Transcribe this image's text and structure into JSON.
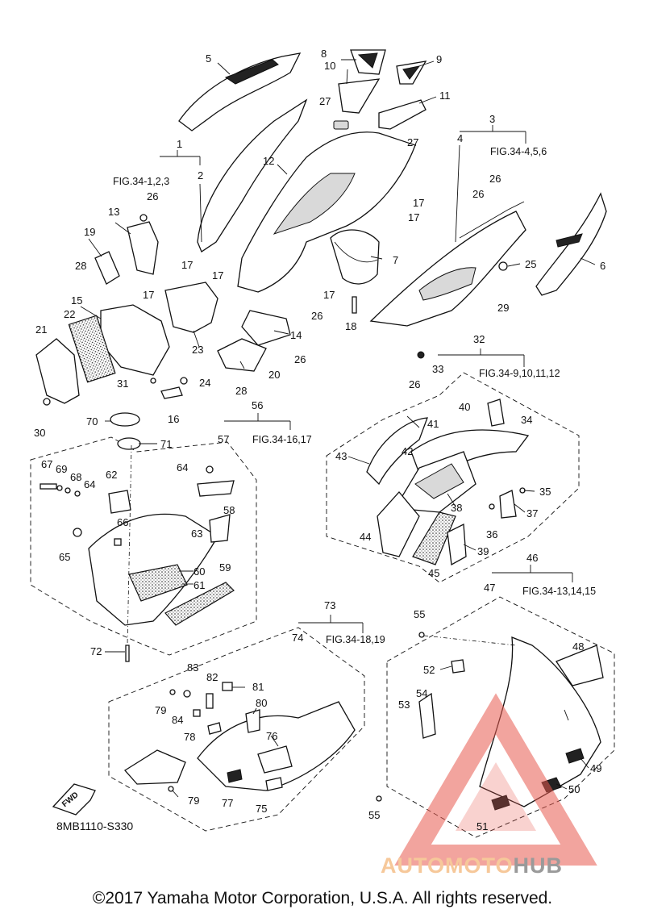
{
  "diagram": {
    "catalog_code": "8MB1110-S330",
    "fwd_label": "FWD",
    "copyright": "©2017 Yamaha Motor Corporation, U.S.A. All rights reserved.",
    "watermark": {
      "part1": "AUTOMOTO",
      "part2": "HUB",
      "color1": "#f6c89a",
      "color2": "#9a9a9a",
      "logo_color": "#e85a4f"
    },
    "fig_refs": {
      "g1": "FIG.34-1,2,3",
      "g3": "FIG.34-4,5,6",
      "g32": "FIG.34-9,10,11,12",
      "g56": "FIG.34-16,17",
      "g46": "FIG.34-13,14,15",
      "g73": "FIG.34-18,19"
    },
    "labels": [
      {
        "id": "l1",
        "text": "1"
      },
      {
        "id": "l2",
        "text": "2"
      },
      {
        "id": "l3",
        "text": "3"
      },
      {
        "id": "l4",
        "text": "4"
      },
      {
        "id": "l5",
        "text": "5"
      },
      {
        "id": "l6",
        "text": "6"
      },
      {
        "id": "l7",
        "text": "7"
      },
      {
        "id": "l8",
        "text": "8"
      },
      {
        "id": "l9",
        "text": "9"
      },
      {
        "id": "l10",
        "text": "10"
      },
      {
        "id": "l11",
        "text": "11"
      },
      {
        "id": "l12",
        "text": "12"
      },
      {
        "id": "l13",
        "text": "13"
      },
      {
        "id": "l14",
        "text": "14"
      },
      {
        "id": "l15",
        "text": "15"
      },
      {
        "id": "l16",
        "text": "16"
      },
      {
        "id": "l17a",
        "text": "17"
      },
      {
        "id": "l17b",
        "text": "17"
      },
      {
        "id": "l17c",
        "text": "17"
      },
      {
        "id": "l17d",
        "text": "17"
      },
      {
        "id": "l17e",
        "text": "17"
      },
      {
        "id": "l17f",
        "text": "17"
      },
      {
        "id": "l18",
        "text": "18"
      },
      {
        "id": "l19",
        "text": "19"
      },
      {
        "id": "l20",
        "text": "20"
      },
      {
        "id": "l21",
        "text": "21"
      },
      {
        "id": "l22",
        "text": "22"
      },
      {
        "id": "l23",
        "text": "23"
      },
      {
        "id": "l24",
        "text": "24"
      },
      {
        "id": "l25",
        "text": "25"
      },
      {
        "id": "l26a",
        "text": "26"
      },
      {
        "id": "l26b",
        "text": "26"
      },
      {
        "id": "l26c",
        "text": "26"
      },
      {
        "id": "l26d",
        "text": "26"
      },
      {
        "id": "l26e",
        "text": "26"
      },
      {
        "id": "l26f",
        "text": "26"
      },
      {
        "id": "l27a",
        "text": "27"
      },
      {
        "id": "l27b",
        "text": "27"
      },
      {
        "id": "l28a",
        "text": "28"
      },
      {
        "id": "l28b",
        "text": "28"
      },
      {
        "id": "l29",
        "text": "29"
      },
      {
        "id": "l30",
        "text": "30"
      },
      {
        "id": "l31",
        "text": "31"
      },
      {
        "id": "l32",
        "text": "32"
      },
      {
        "id": "l33",
        "text": "33"
      },
      {
        "id": "l34",
        "text": "34"
      },
      {
        "id": "l35",
        "text": "35"
      },
      {
        "id": "l36",
        "text": "36"
      },
      {
        "id": "l37",
        "text": "37"
      },
      {
        "id": "l38",
        "text": "38"
      },
      {
        "id": "l39",
        "text": "39"
      },
      {
        "id": "l40",
        "text": "40"
      },
      {
        "id": "l41",
        "text": "41"
      },
      {
        "id": "l42",
        "text": "42"
      },
      {
        "id": "l43",
        "text": "43"
      },
      {
        "id": "l44",
        "text": "44"
      },
      {
        "id": "l45",
        "text": "45"
      },
      {
        "id": "l46",
        "text": "46"
      },
      {
        "id": "l47",
        "text": "47"
      },
      {
        "id": "l48",
        "text": "48"
      },
      {
        "id": "l49",
        "text": "49"
      },
      {
        "id": "l50",
        "text": "50"
      },
      {
        "id": "l51",
        "text": "51"
      },
      {
        "id": "l52",
        "text": "52"
      },
      {
        "id": "l53",
        "text": "53"
      },
      {
        "id": "l54",
        "text": "54"
      },
      {
        "id": "l55a",
        "text": "55"
      },
      {
        "id": "l55b",
        "text": "55"
      },
      {
        "id": "l56",
        "text": "56"
      },
      {
        "id": "l57",
        "text": "57"
      },
      {
        "id": "l58",
        "text": "58"
      },
      {
        "id": "l59",
        "text": "59"
      },
      {
        "id": "l60",
        "text": "60"
      },
      {
        "id": "l61",
        "text": "61"
      },
      {
        "id": "l62",
        "text": "62"
      },
      {
        "id": "l63",
        "text": "63"
      },
      {
        "id": "l64a",
        "text": "64"
      },
      {
        "id": "l64b",
        "text": "64"
      },
      {
        "id": "l65",
        "text": "65"
      },
      {
        "id": "l66",
        "text": "66"
      },
      {
        "id": "l67",
        "text": "67"
      },
      {
        "id": "l68",
        "text": "68"
      },
      {
        "id": "l69",
        "text": "69"
      },
      {
        "id": "l70",
        "text": "70"
      },
      {
        "id": "l71",
        "text": "71"
      },
      {
        "id": "l72",
        "text": "72"
      },
      {
        "id": "l73",
        "text": "73"
      },
      {
        "id": "l74",
        "text": "74"
      },
      {
        "id": "l75",
        "text": "75"
      },
      {
        "id": "l76",
        "text": "76"
      },
      {
        "id": "l77",
        "text": "77"
      },
      {
        "id": "l78",
        "text": "78"
      },
      {
        "id": "l79a",
        "text": "79"
      },
      {
        "id": "l79b",
        "text": "79"
      },
      {
        "id": "l80",
        "text": "80"
      },
      {
        "id": "l81",
        "text": "81"
      },
      {
        "id": "l82",
        "text": "82"
      },
      {
        "id": "l83",
        "text": "83"
      },
      {
        "id": "l84",
        "text": "84"
      }
    ]
  }
}
